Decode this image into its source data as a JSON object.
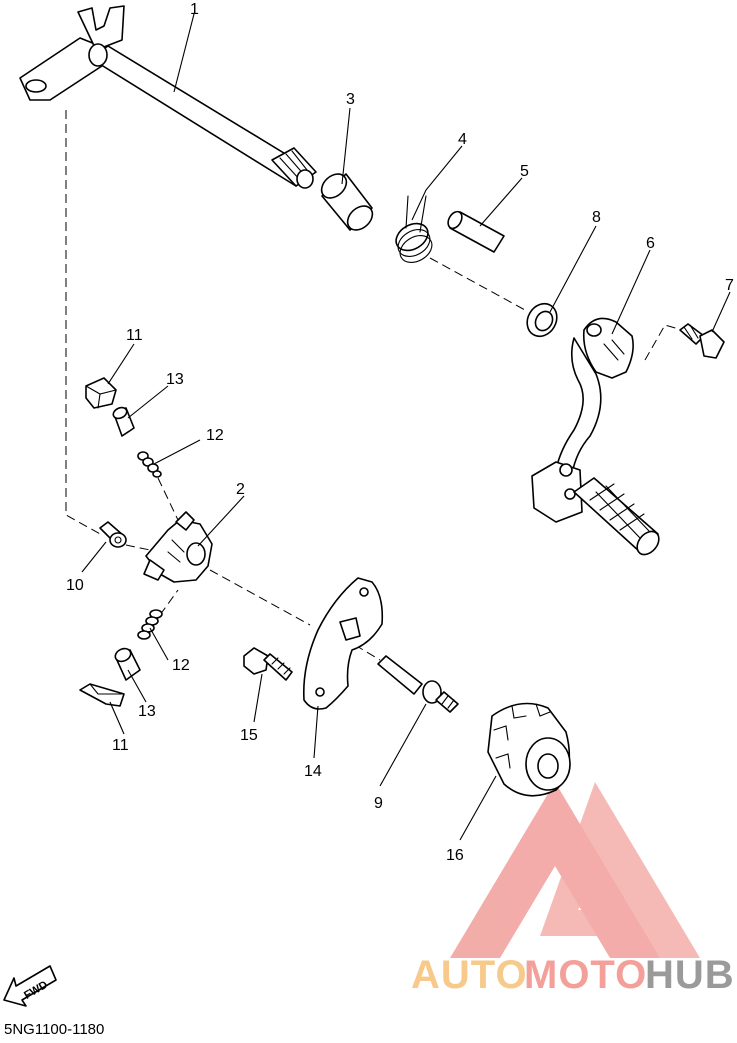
{
  "diagram": {
    "parts": [
      {
        "number": "1"
      },
      {
        "number": "2"
      },
      {
        "number": "3"
      },
      {
        "number": "4"
      },
      {
        "number": "5"
      },
      {
        "number": "6"
      },
      {
        "number": "7"
      },
      {
        "number": "8"
      },
      {
        "number": "9"
      },
      {
        "number": "10"
      },
      {
        "number": "11"
      },
      {
        "number": "12"
      },
      {
        "number": "13"
      },
      {
        "number": "14"
      },
      {
        "number": "15"
      },
      {
        "number": "16"
      }
    ],
    "lower_callouts": {
      "part_11": "11",
      "part_12": "12",
      "part_13": "13"
    },
    "fwd_label": "FWD",
    "diagram_code": "5NG1100-1180"
  },
  "watermark": {
    "word_auto": "AUTO",
    "word_moto": "MOTO",
    "word_hub": "HUB",
    "colors": {
      "auto": "#f7c98a",
      "moto": "#f4a09a",
      "hub": "#9a9a9a",
      "logo": "#f2a4a0"
    }
  }
}
